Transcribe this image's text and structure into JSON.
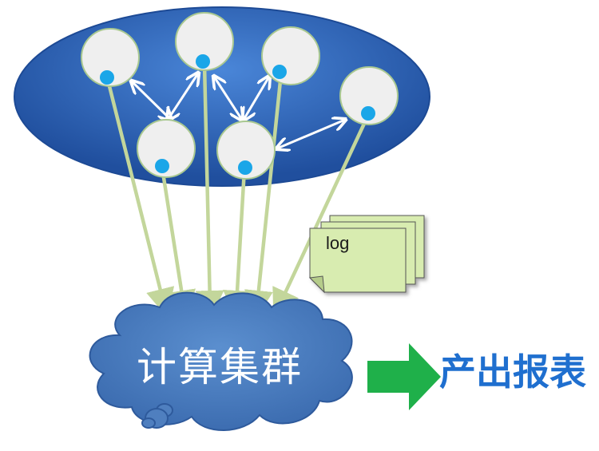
{
  "diagram": {
    "cloud_label": "计算集群",
    "output_label": "产出报表",
    "log_label": "log"
  },
  "colors": {
    "ellipse_fill": "#2f63b3",
    "node_fill": "#efefef",
    "node_stroke": "#a9c891",
    "node_dot": "#1aa6e8",
    "flow_arrow": "#c3d69b",
    "cloud_fill": "#4f7fbf",
    "log_fill": "#d8ecb0",
    "output_arrow": "#1fb04a",
    "output_text": "#1f6fcf"
  }
}
